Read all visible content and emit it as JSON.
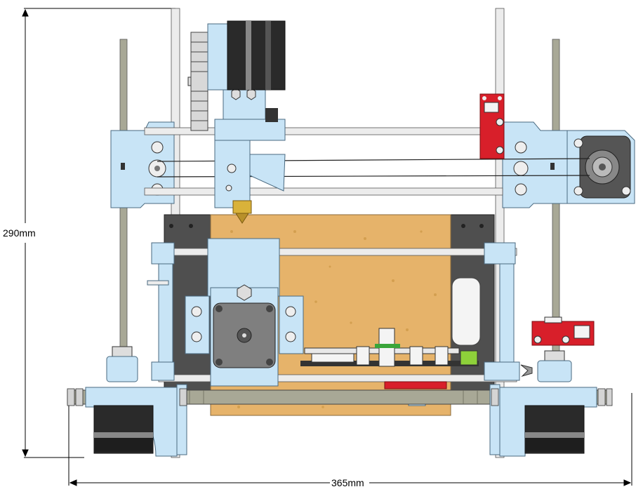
{
  "dimensions": {
    "height_label": "290mm",
    "width_label": "365mm"
  },
  "colors": {
    "frame": "#c8e4f6",
    "frame_edge": "#4a6a80",
    "rod": "#e8e8e8",
    "threaded_rod": "#9a9a8a",
    "motor_body": "#2a2a2a",
    "motor_face": "#7a7a7a",
    "cork_bed": "#e6b36a",
    "bed_plate": "#555555",
    "endstop_board": "#d81f2a",
    "hotend_brass": "#d9b23a",
    "electronics_green": "#8ed13a",
    "background": "#ffffff"
  },
  "components": [
    "stepper-motor-extruder",
    "stepper-motor-y-axis",
    "stepper-motor-z-left",
    "stepper-motor-z-right",
    "stepper-motor-x-axis",
    "endstop-board-top",
    "endstop-board-bottom",
    "cork-print-bed",
    "x-axis-carriage",
    "hotend-nozzle",
    "threaded-rod-z-left",
    "threaded-rod-z-right",
    "threaded-rod-frame-bottom",
    "smooth-rod-vertical-left",
    "smooth-rod-vertical-right"
  ]
}
